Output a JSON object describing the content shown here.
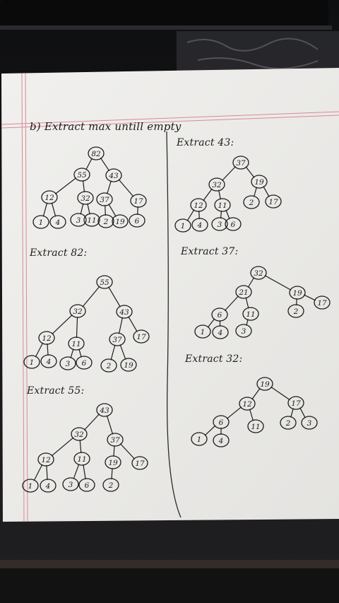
{
  "photo": {
    "subject": "handwritten notes on a sheet of paper lying on a dark desk",
    "colors": {
      "desk": "#161618",
      "paper": "#ecebe8",
      "ink": "#1c1c1c",
      "margin_line": "#d88a96"
    }
  },
  "page": {
    "heading": "b) Extract max untill empty",
    "steps": [
      {
        "label": "",
        "edges": [
          [
            82,
            55
          ],
          [
            82,
            43
          ],
          [
            55,
            12
          ],
          [
            55,
            32
          ],
          [
            43,
            37
          ],
          [
            43,
            17
          ],
          [
            12,
            1
          ],
          [
            12,
            4
          ],
          [
            32,
            3
          ],
          [
            32,
            11
          ],
          [
            37,
            2
          ],
          [
            37,
            19
          ],
          [
            17,
            6
          ]
        ]
      },
      {
        "label": "Extract 43:",
        "edges": [
          [
            37,
            32
          ],
          [
            37,
            19
          ],
          [
            32,
            12
          ],
          [
            32,
            11
          ],
          [
            19,
            2
          ],
          [
            19,
            17
          ],
          [
            12,
            1
          ],
          [
            12,
            4
          ],
          [
            11,
            3
          ],
          [
            11,
            6
          ]
        ]
      },
      {
        "label": "Extract 82:",
        "edges": [
          [
            55,
            32
          ],
          [
            55,
            43
          ],
          [
            32,
            12
          ],
          [
            32,
            11
          ],
          [
            43,
            37
          ],
          [
            43,
            17
          ],
          [
            12,
            1
          ],
          [
            12,
            4
          ],
          [
            11,
            3
          ],
          [
            11,
            6
          ],
          [
            37,
            2
          ],
          [
            37,
            19
          ]
        ]
      },
      {
        "label": "Extract 37:",
        "edges": [
          [
            32,
            21
          ],
          [
            32,
            19
          ],
          [
            21,
            6
          ],
          [
            21,
            11
          ],
          [
            19,
            2
          ],
          [
            19,
            17
          ],
          [
            6,
            1
          ],
          [
            6,
            4
          ],
          [
            11,
            3
          ]
        ]
      },
      {
        "label": "Extract 55:",
        "edges": [
          [
            43,
            32
          ],
          [
            43,
            37
          ],
          [
            32,
            12
          ],
          [
            32,
            11
          ],
          [
            37,
            19
          ],
          [
            37,
            17
          ],
          [
            12,
            1
          ],
          [
            12,
            4
          ],
          [
            11,
            3
          ],
          [
            11,
            6
          ],
          [
            19,
            2
          ]
        ]
      },
      {
        "label": "Extract 32:",
        "edges": [
          [
            19,
            12
          ],
          [
            19,
            17
          ],
          [
            12,
            6
          ],
          [
            12,
            11
          ],
          [
            17,
            2
          ],
          [
            17,
            3
          ],
          [
            6,
            1
          ],
          [
            6,
            4
          ]
        ]
      }
    ]
  }
}
